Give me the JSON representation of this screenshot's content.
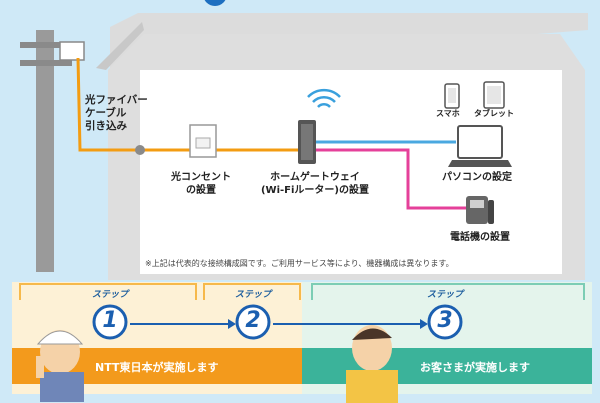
{
  "labels": {
    "fiber_line1": "光ファイバー",
    "fiber_line2": "ケーブル",
    "fiber_line3": "引き込み",
    "outlet_line1": "光コンセント",
    "outlet_line2": "の設置",
    "hgw_line1": "ホームゲートウェイ",
    "hgw_line2": "(Wi-Fiルーター)の設置",
    "smartphone": "スマホ",
    "tablet": "タブレット",
    "pc": "パソコンの設定",
    "phone": "電話機の設置"
  },
  "note": "※上記は代表的な接続構成図です。ご利用サービス等により、機器構成は異なります。",
  "steps": [
    {
      "tag": "ステップ",
      "number": "1"
    },
    {
      "tag": "ステップ",
      "number": "2"
    },
    {
      "tag": "ステップ",
      "number": "3"
    }
  ],
  "bands": {
    "ntt": "NTT東日本が実施します",
    "customer": "お客さまが実施します"
  },
  "colors": {
    "fiber": "#f39c12",
    "lan": "#4aa8e0",
    "phone_line": "#e5409a",
    "ntt_band": "#f39a1c",
    "ntt_area": "#fdf1d6",
    "customer_band": "#3bb39a",
    "customer_area": "#e4f4ec",
    "house": "#e9e9e9",
    "house_inner": "#ffffff"
  },
  "icons": [
    "utility-pole-icon",
    "wifi-icon",
    "router-icon",
    "outlet-icon",
    "smartphone-icon",
    "tablet-icon",
    "laptop-icon",
    "telephone-icon",
    "worker-icon",
    "customer-icon",
    "arrow-right-icon"
  ]
}
